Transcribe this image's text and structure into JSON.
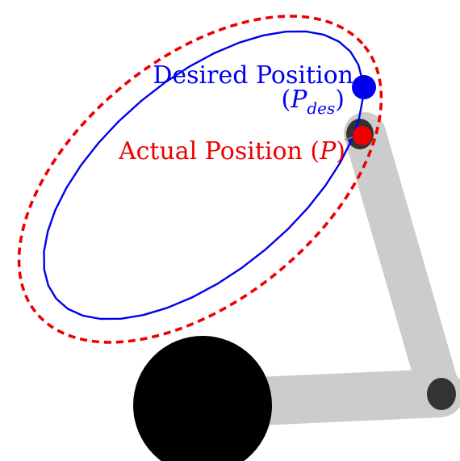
{
  "labels": {
    "desired_line1": "Desired Position",
    "desired_open": "(",
    "desired_P": "P",
    "desired_sub": "des",
    "desired_close": ")",
    "actual_text": "Actual Position (",
    "actual_P": "P",
    "actual_close": ")"
  },
  "colors": {
    "desired": "#0000ee",
    "actual": "#ee0000",
    "link": "#cccccc",
    "joint": "#333333",
    "base": "#000000"
  },
  "elements": {
    "desired_trajectory": "solid ellipse",
    "actual_trajectory": "dashed ellipse"
  }
}
